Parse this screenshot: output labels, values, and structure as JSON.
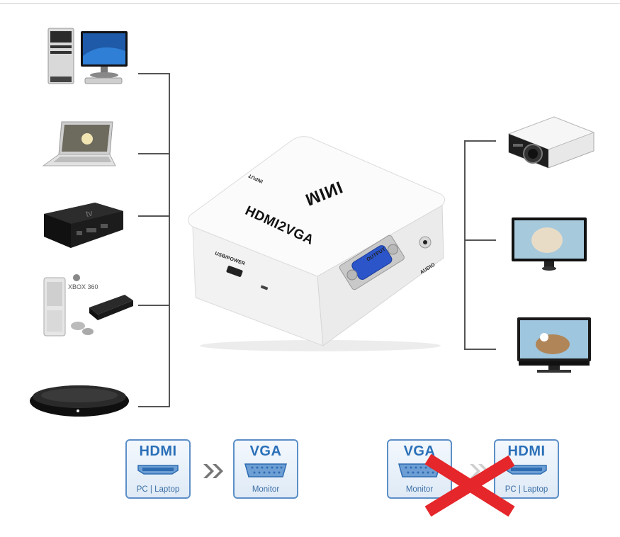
{
  "converter": {
    "brand": "MINI",
    "model": "HDMI2VGA",
    "input_label": "INPUT",
    "output_label": "OUTPUT",
    "usb_label": "USB/POWER",
    "audio_label": "AUDIO"
  },
  "source_devices": [
    {
      "icon": "desktop-computer-icon"
    },
    {
      "icon": "laptop-icon"
    },
    {
      "icon": "apple-tv-icon",
      "text": "tv"
    },
    {
      "icon": "xbox-360-icon",
      "text": "XBOX 360"
    },
    {
      "icon": "set-top-box-icon"
    }
  ],
  "output_devices": [
    {
      "icon": "projector-icon"
    },
    {
      "icon": "monitor-icon"
    },
    {
      "icon": "tv-icon"
    }
  ],
  "signal_cards": {
    "valid_from": {
      "title": "HDMI",
      "subtitle": "PC | Laptop"
    },
    "valid_to": {
      "title": "VGA",
      "subtitle": "Monitor"
    },
    "invalid_from": {
      "title": "VGA",
      "subtitle": "Monitor"
    },
    "invalid_to": {
      "title": "HDMI",
      "subtitle": "PC | Laptop"
    }
  },
  "colors": {
    "accent_blue": "#2a6fb8",
    "cross_red": "#e5262a",
    "wire": "#555555"
  }
}
